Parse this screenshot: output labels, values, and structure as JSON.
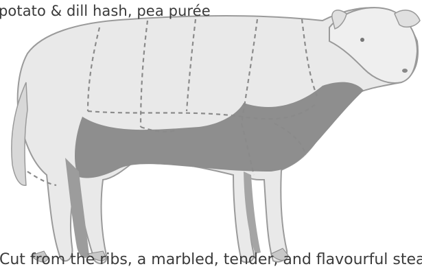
{
  "menu": {
    "top_text": "potato & dill hash, pea purée",
    "bottom_text": "Cut from the ribs, a marbled, tender, and flavourful steak"
  },
  "illustration": {
    "name": "beef-cuts-diagram",
    "colors": {
      "outline": "#9a9a9a",
      "light_fill": "#e6e6e6",
      "shadow_fill": "#8c8c8c",
      "cut_lines": "#8a8a8a"
    }
  }
}
